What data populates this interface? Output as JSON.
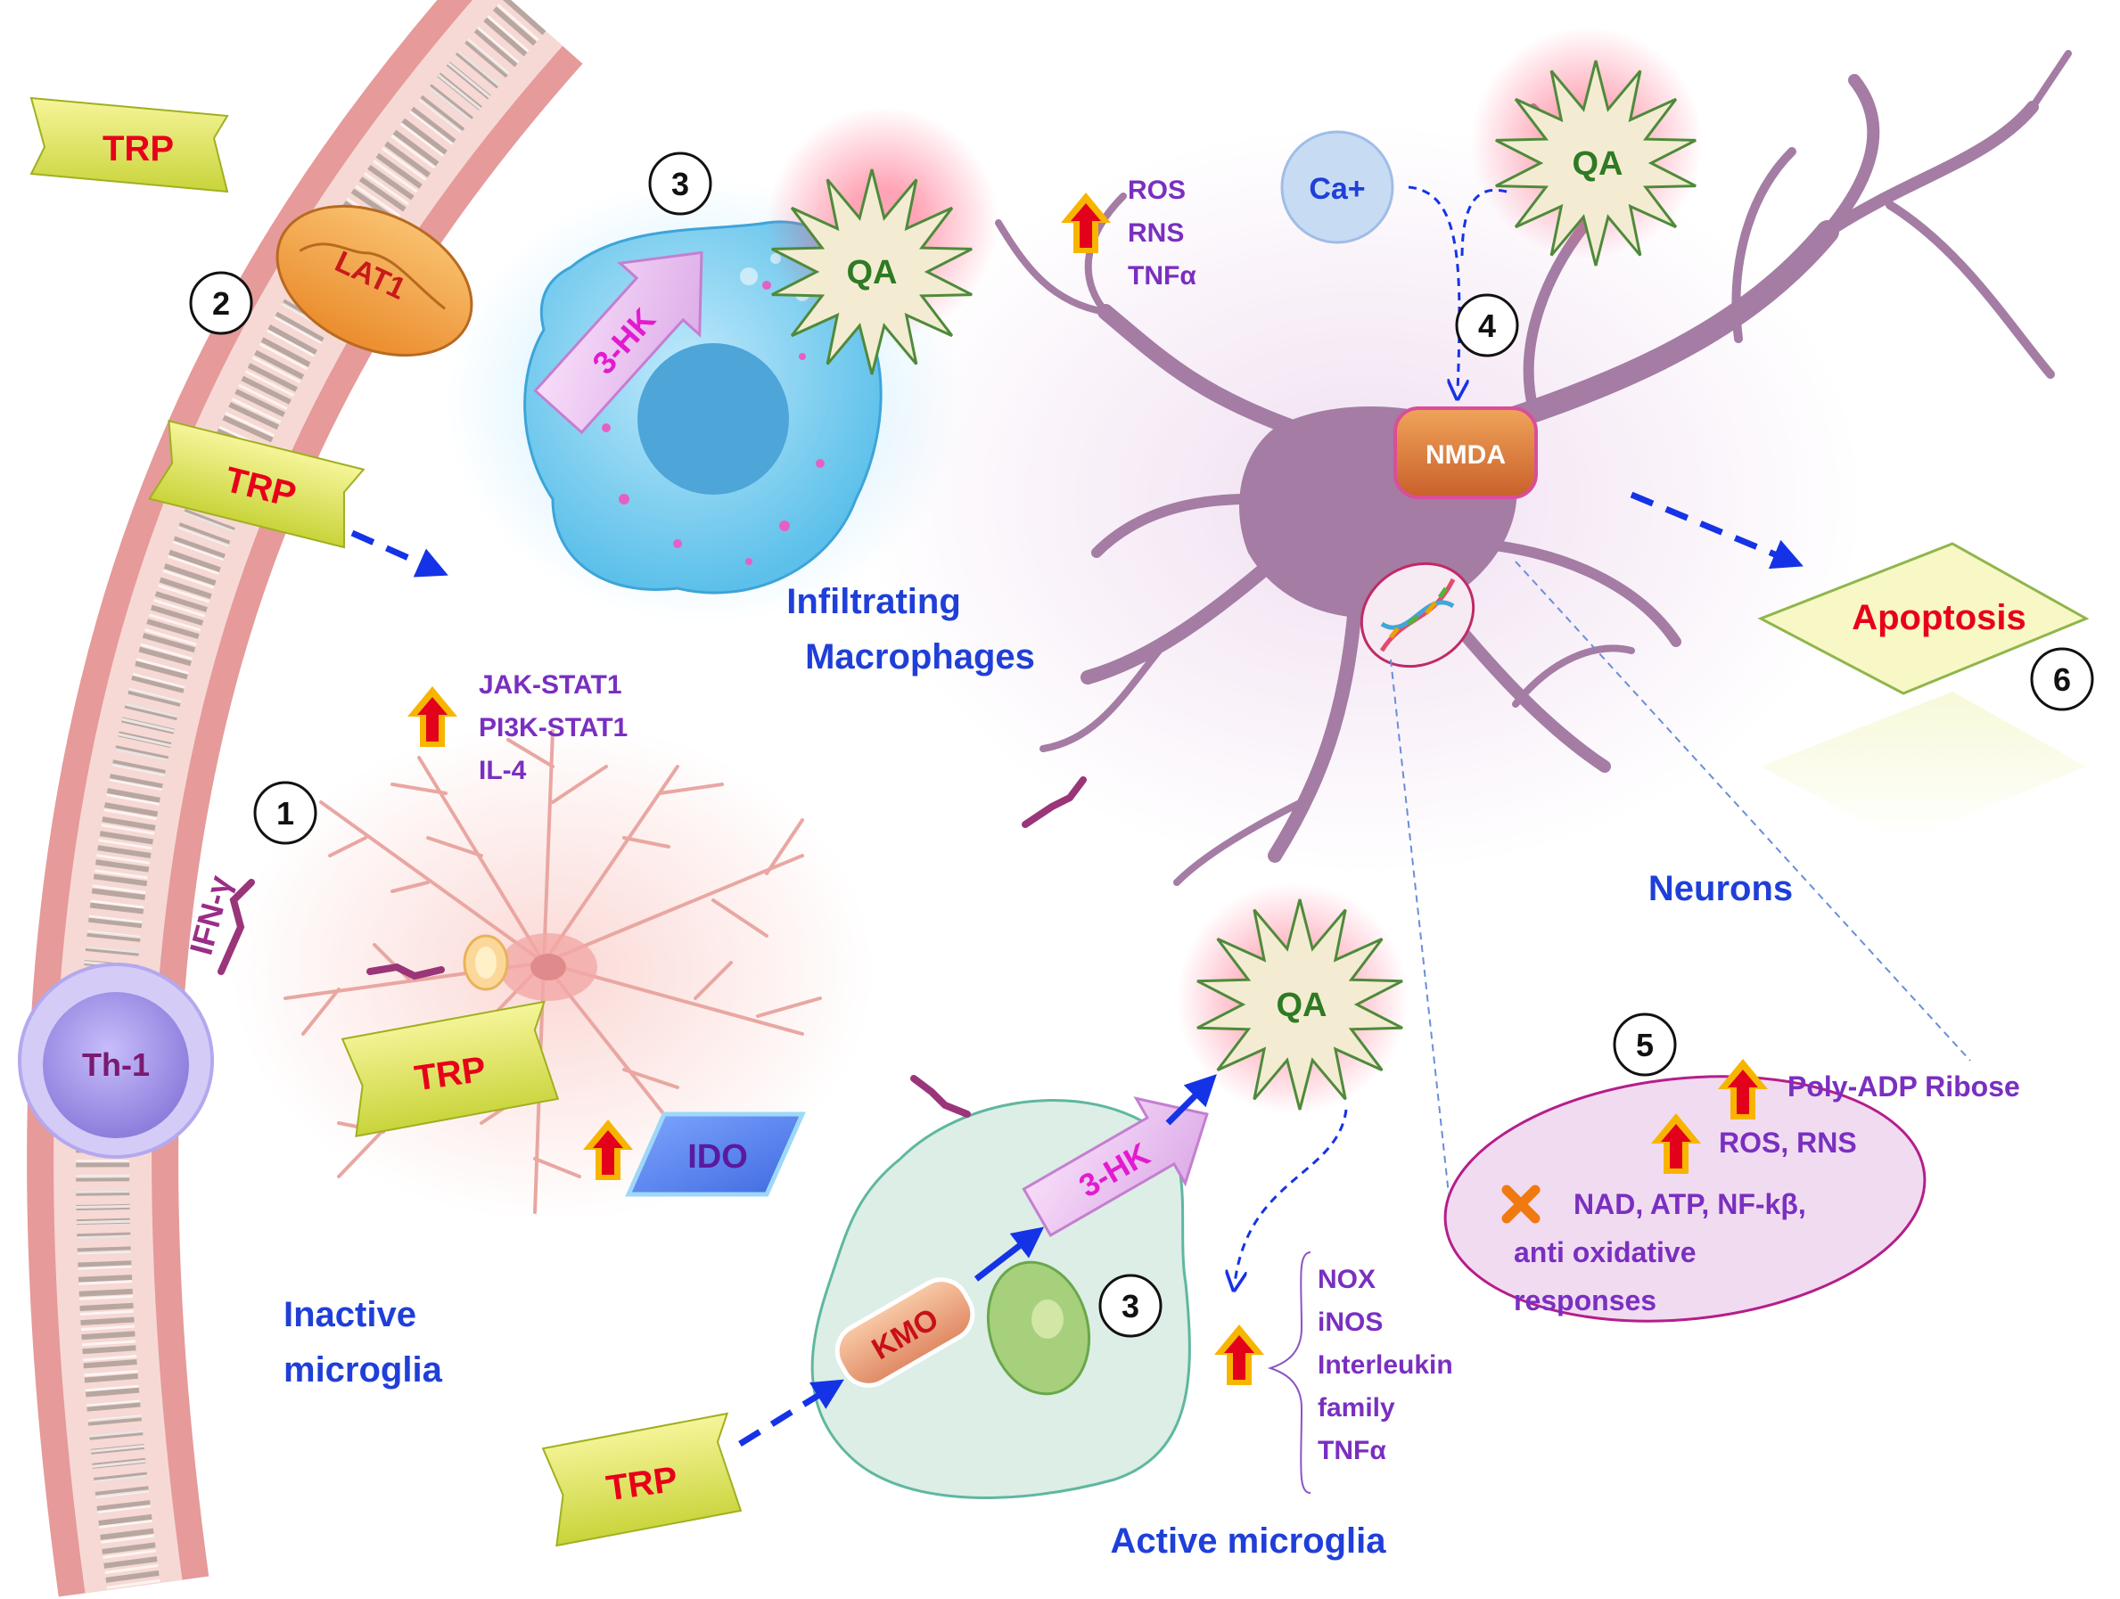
{
  "labels": {
    "trp": "TRP",
    "lat1": "LAT1",
    "three_hk": "3-HK",
    "qa": "QA",
    "ca": "Ca+",
    "nmda": "NMDA",
    "apoptosis": "Apoptosis",
    "th1": "Th-1",
    "ifn_gamma": "IFN-γ",
    "ido": "IDO",
    "kmo": "KMO",
    "infiltrating_macrophages": [
      "Infiltrating",
      "Macrophages"
    ],
    "neurons": "Neurons",
    "inactive_microglia": [
      "Inactive",
      "microglia"
    ],
    "active_microglia": "Active microglia"
  },
  "steps": [
    "1",
    "2",
    "3",
    "3",
    "4",
    "5",
    "6"
  ],
  "lists": {
    "macrophage_up": [
      "ROS",
      "RNS",
      "TNFα"
    ],
    "inactive_up": [
      "JAK-STAT1",
      "PI3K-STAT1",
      "IL-4"
    ],
    "active_up": [
      "NOX",
      "iNOS",
      "Interleukin",
      "family",
      "TNFα"
    ],
    "step5_up_1": "Poly-ADP Ribose",
    "step5_up_2": "ROS, RNS",
    "step5_down": [
      "NAD, ATP, NF-kβ,",
      "anti oxidative",
      "responses"
    ]
  },
  "colors": {
    "label_blue": "#1f3fd8",
    "list_purple": "#7a2fc0",
    "trp_red": "#e8001a",
    "arrow_blue": "#1533e6",
    "neuron": "#a77fa6",
    "macrophage": "#5fc3ef",
    "microglia_active": "#dcefe8",
    "vessel": "#e8a0a0"
  },
  "icons": [
    "up-arrow-icon",
    "x-mark-icon",
    "dna-icon",
    "ifn-gamma-molecule-icon"
  ]
}
